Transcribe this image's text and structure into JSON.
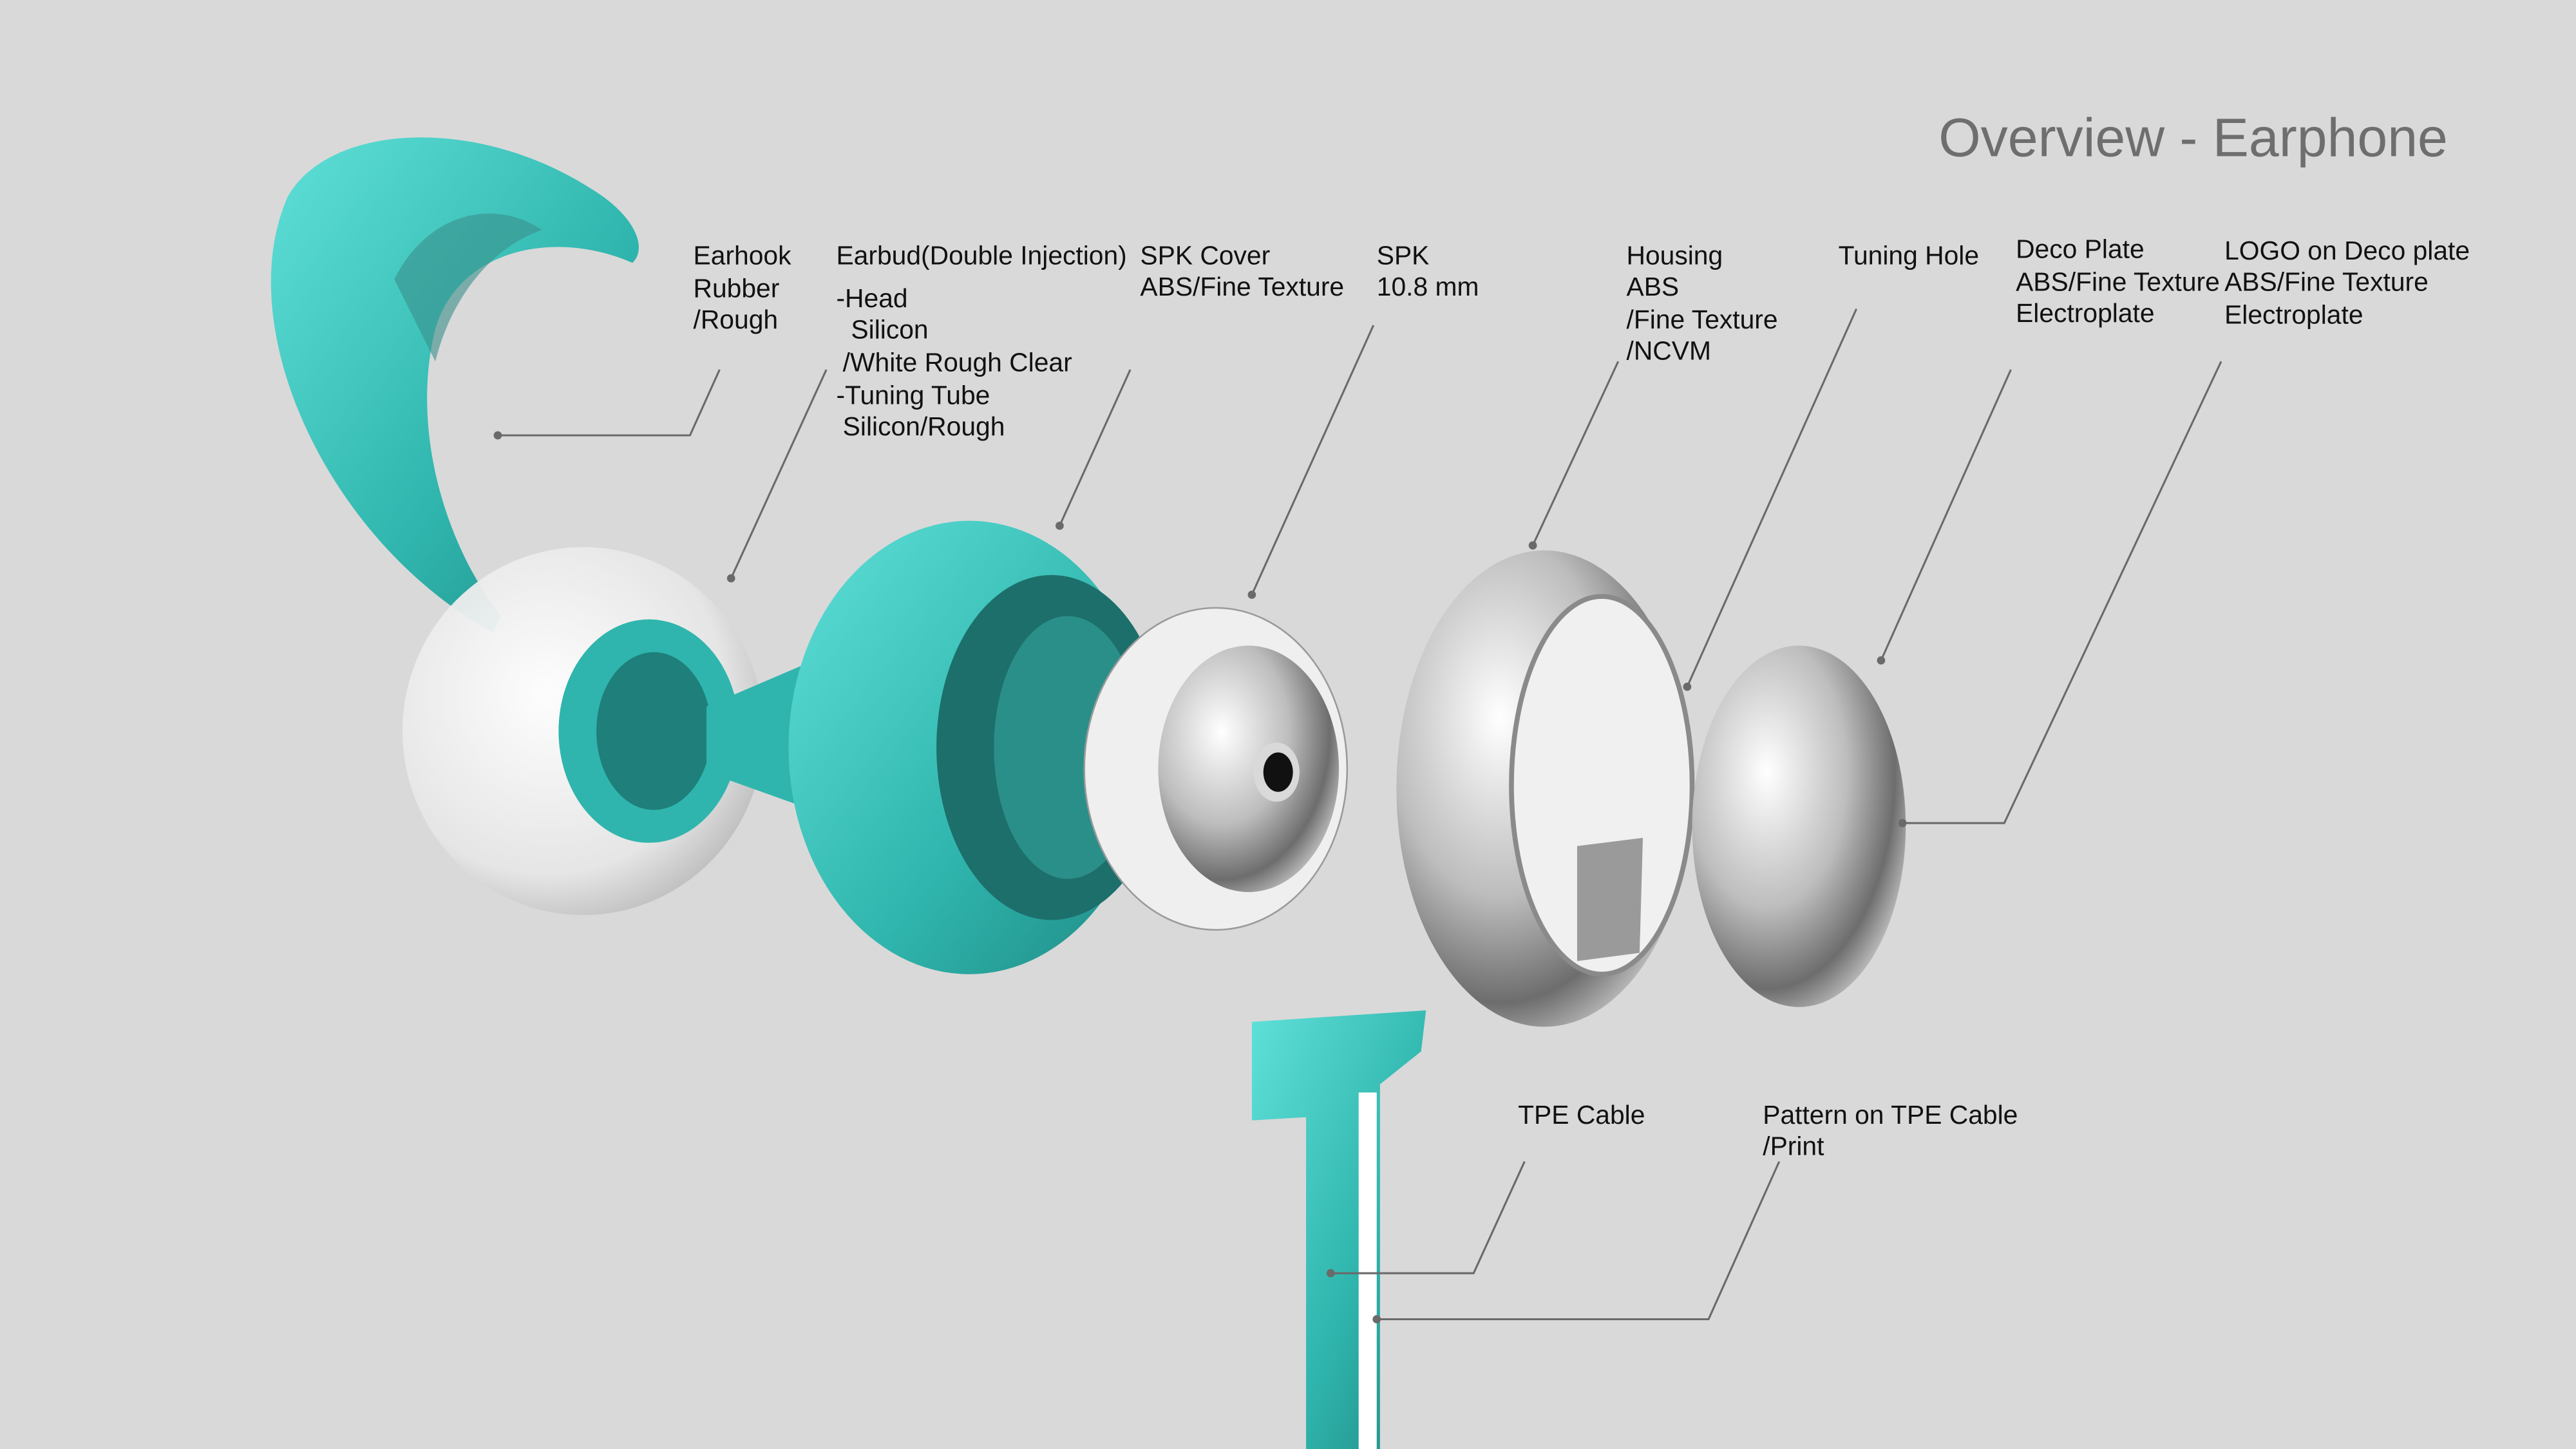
{
  "title": "Overview - Earphone",
  "colors": {
    "background": "#d9d9d9",
    "teal": "#2fb5ad",
    "chrome": "#c8c8c8"
  },
  "labels": {
    "earhook": [
      "Earhook",
      "Rubber",
      "/Rough"
    ],
    "earbud": [
      "Earbud(Double Injection)",
      "-Head",
      " Silicon",
      "/White Rough Clear",
      "-Tuning Tube",
      "Silicon/Rough"
    ],
    "spk_cover": [
      "SPK Cover",
      "ABS/Fine Texture"
    ],
    "spk": [
      "SPK",
      "10.8 mm"
    ],
    "housing": [
      "Housing",
      "ABS",
      "/Fine Texture",
      "/NCVM"
    ],
    "tuning_hole": [
      "Tuning Hole"
    ],
    "deco_plate": [
      "Deco Plate",
      "ABS/Fine Texture",
      "Electroplate"
    ],
    "logo": [
      "LOGO on Deco plate",
      "ABS/Fine Texture",
      "Electroplate"
    ],
    "tpe_cable": [
      "TPE Cable"
    ],
    "pattern": [
      "Pattern on TPE Cable",
      "/Print"
    ]
  }
}
